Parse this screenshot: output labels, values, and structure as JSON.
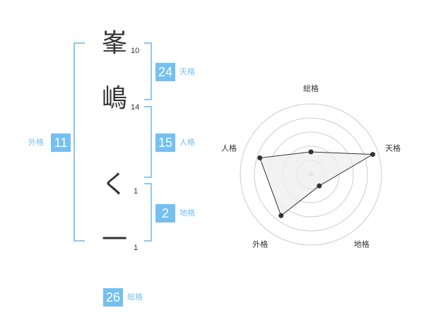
{
  "name_chars": [
    {
      "char": "峯",
      "strokes": "10"
    },
    {
      "char": "嶋",
      "strokes": "14"
    },
    {
      "char": "く",
      "strokes": "1"
    },
    {
      "char": "一",
      "strokes": "1"
    }
  ],
  "kakusu": {
    "tenkaku": {
      "value": "24",
      "label": "天格"
    },
    "jinkaku": {
      "value": "15",
      "label": "人格"
    },
    "chikaku": {
      "value": "2",
      "label": "地格"
    },
    "gaikaku": {
      "value": "11",
      "label": "外格"
    },
    "soukaku": {
      "value": "26",
      "label": "総格"
    }
  },
  "chart_data": {
    "type": "radar",
    "axes": [
      "総格",
      "天格",
      "地格",
      "外格",
      "人格"
    ],
    "values": [
      1.6,
      4.6,
      1.0,
      3.6,
      3.8
    ],
    "rmax": 5,
    "rings": 5,
    "fill_color": "#eeeeee",
    "line_color": "#333333",
    "grid_color": "#cccccc"
  }
}
